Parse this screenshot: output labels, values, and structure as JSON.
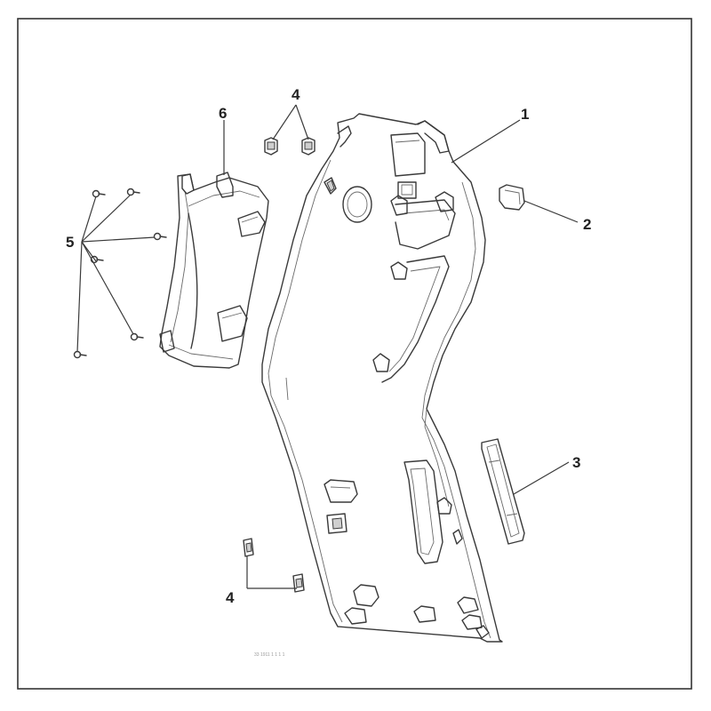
{
  "diagram": {
    "callouts": {
      "part1": "1",
      "part2": "2",
      "part3": "3",
      "part4_top": "4",
      "part4_bottom": "4",
      "part5": "5",
      "part6": "6"
    },
    "footer_mark": "33 1911     1   1 1 1"
  }
}
